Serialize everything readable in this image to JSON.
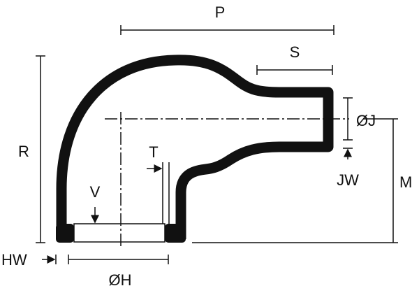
{
  "diagram": {
    "title": "Elbow hose reducer dimensions",
    "colors": {
      "ink": "#111111",
      "background": "#ffffff"
    },
    "labels": {
      "P": "P",
      "S": "S",
      "J": "ØJ",
      "JW": "JW",
      "M": "M",
      "R": "R",
      "T": "T",
      "V": "V",
      "HW": "HW",
      "H": "ØH"
    }
  }
}
